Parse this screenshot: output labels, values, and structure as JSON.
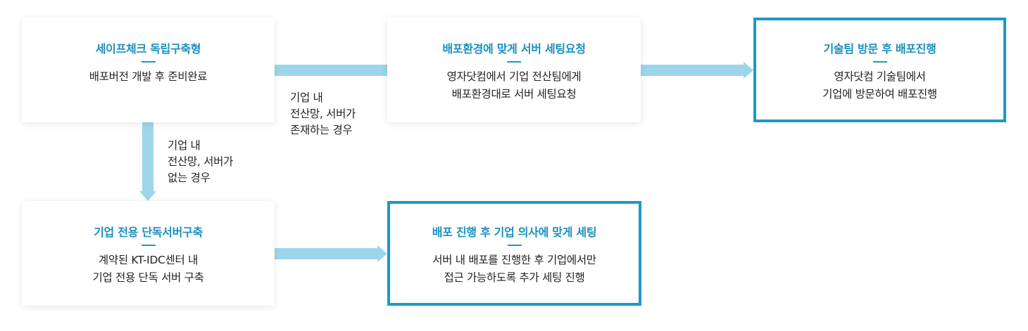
{
  "steps": [
    {
      "title": "세이프체크 독립구축형",
      "lines": [
        "배포버전 개발 후 준비완료"
      ]
    },
    {
      "title": "배포환경에 맞게 서버 세팅요청",
      "lines": [
        "영자닷컴에서 기업 전산팀에게",
        "배포환경대로 서버 세팅요청"
      ]
    },
    {
      "title": "기술팀 방문 후 배포진행",
      "lines": [
        "영자닷컴 기술팀에서",
        "기업에 방문하여 배포진행"
      ]
    },
    {
      "title": "기업 전용 단독서버구축",
      "lines": [
        "계약된 KT-IDC센터 내",
        "기업 전용 단독 서버 구축"
      ]
    },
    {
      "title": "배포 진행 후 기업 의사에 맞게 세팅",
      "lines": [
        "서버 내 배포를 진행한 후 기업에서만",
        "접근 가능하도록 추가 세팅 진행"
      ]
    }
  ],
  "conditions": {
    "exists": [
      "기업 내",
      "전산망, 서버가",
      "존재하는 경우"
    ],
    "absent": [
      "기업 내",
      "전산망, 서버가",
      "없는 경우"
    ]
  },
  "colors": {
    "accent": "#1a9bc4",
    "arrow": "#9dd6ea",
    "text": "#222222"
  }
}
